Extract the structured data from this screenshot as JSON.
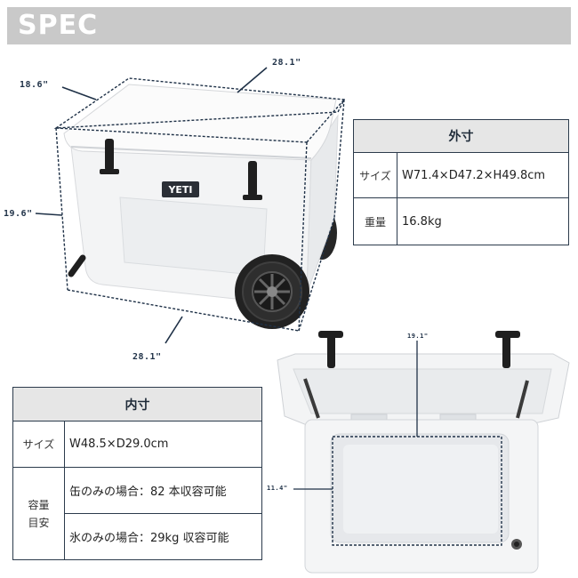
{
  "header": {
    "title": "SPEC"
  },
  "dimensions": {
    "top_width": "28.1\"",
    "depth": "18.6\"",
    "height": "19.6\"",
    "bottom_width": "28.1\"",
    "inner_width": "19.1\"",
    "inner_depth": "11.4\""
  },
  "cooler": {
    "logo": "YETI"
  },
  "outer_table": {
    "title": "外寸",
    "rows": [
      {
        "label": "サイズ",
        "value": "W71.4×D47.2×H49.8cm"
      },
      {
        "label": "重量",
        "value": "16.8kg"
      }
    ]
  },
  "inner_table": {
    "title": "内寸",
    "size_label": "サイズ",
    "size_value": "W48.5×D29.0cm",
    "capacity_label_1": "容量",
    "capacity_label_2": "目安",
    "capacity_rows": [
      "缶のみの場合：82 本収容可能",
      "氷のみの場合：29kg 収容可能"
    ]
  },
  "colors": {
    "header_bg": "#c9c9c9",
    "dim_text": "#1f3147",
    "cooler_body": "#f4f5f6",
    "table_head_bg": "#e6e6e6"
  }
}
